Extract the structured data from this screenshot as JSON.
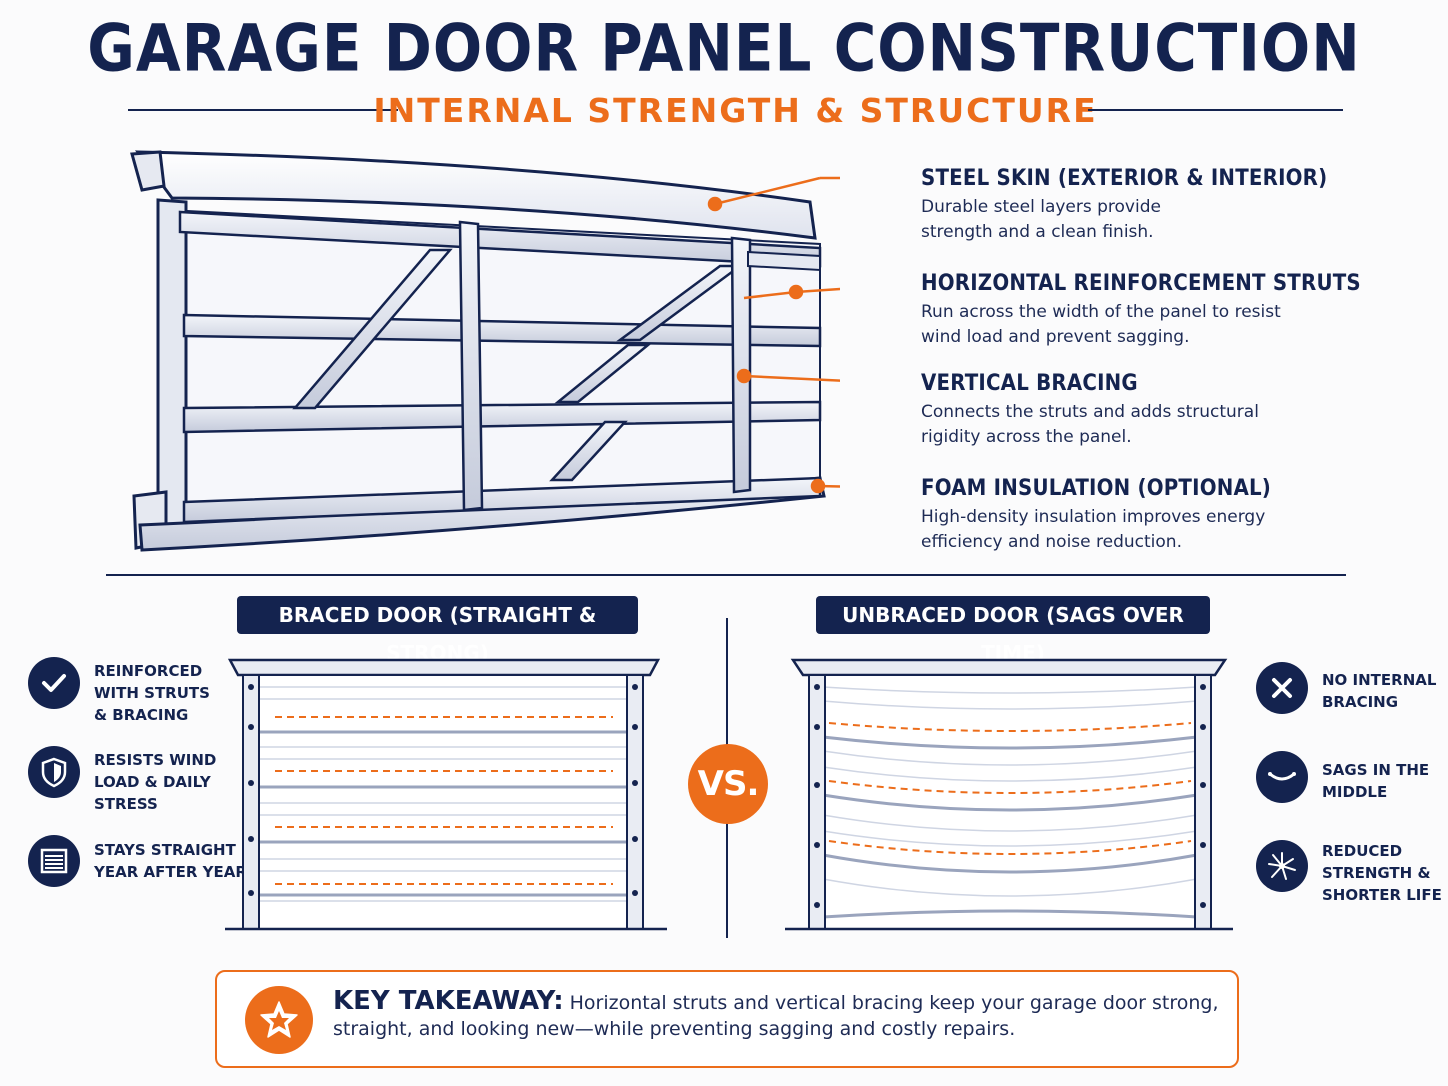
{
  "title": "GARAGE DOOR PANEL CONSTRUCTION",
  "subtitle": "INTERNAL STRENGTH & STRUCTURE",
  "callouts": [
    {
      "heading": "STEEL SKIN (EXTERIOR & INTERIOR)",
      "text": "Durable steel layers provide strength and a clean finish."
    },
    {
      "heading": "HORIZONTAL REINFORCEMENT STRUTS",
      "text": "Run across the width of the panel to resist wind load and prevent sagging."
    },
    {
      "heading": "VERTICAL BRACING",
      "text": "Connects the struts and adds structural rigidity across the panel."
    },
    {
      "heading": "FOAM INSULATION (OPTIONAL)",
      "text": "High-density insulation improves energy efficiency and noise reduction."
    }
  ],
  "comparison": {
    "braced": {
      "label": "BRACED DOOR (STRAIGHT & STRONG)",
      "features": [
        {
          "icon": "checkmark-icon",
          "text": "REINFORCED\nWITH STRUTS\n& BRACING"
        },
        {
          "icon": "shield-icon",
          "text": "RESISTS WIND\nLOAD & DAILY\nSTRESS"
        },
        {
          "icon": "door-panel-icon",
          "text": "STAYS STRAIGHT\nYEAR AFTER YEAR"
        }
      ]
    },
    "vs_label": "VS.",
    "unbraced": {
      "label": "UNBRACED DOOR (SAGS OVER TIME)",
      "features": [
        {
          "icon": "x-mark-icon",
          "text": "NO INTERNAL\nBRACING"
        },
        {
          "icon": "sag-curve-icon",
          "text": "SAGS IN THE\nMIDDLE"
        },
        {
          "icon": "crack-icon",
          "text": "REDUCED\nSTRENGTH &\nSHORTER LIFE"
        }
      ]
    }
  },
  "takeaway": {
    "heading": "KEY TAKEAWAY:",
    "text": "Horizontal struts and vertical bracing keep your garage door strong, straight, and looking new—while preventing sagging and costly repairs.",
    "icon": "star-icon"
  },
  "colors": {
    "navy": "#14234f",
    "orange": "#ec6d1b"
  }
}
